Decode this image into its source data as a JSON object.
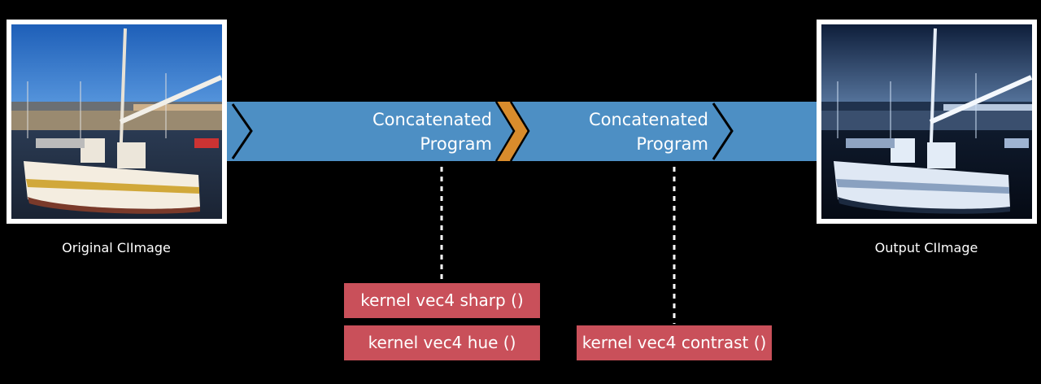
{
  "left_image": {
    "caption": "Original CIImage"
  },
  "right_image": {
    "caption": "Output CIImage"
  },
  "pipeline": {
    "stages": [
      {
        "label_line1": "Concatenated",
        "label_line2": "Program"
      },
      {
        "label_line1": "Concatenated",
        "label_line2": "Program"
      }
    ]
  },
  "kernels": [
    {
      "label": "kernel vec4 sharp ()"
    },
    {
      "label": "kernel vec4 hue ()"
    },
    {
      "label": "kernel vec4 contrast ()"
    }
  ],
  "colors": {
    "band": "#4d8fc4",
    "chevron_accent": "#d98c2c",
    "kernel_box": "#c9505a"
  }
}
